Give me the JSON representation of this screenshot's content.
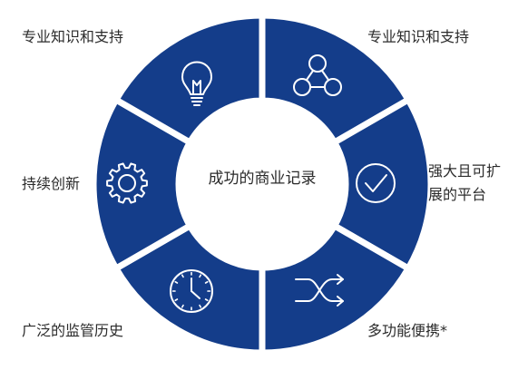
{
  "center_title": "成功的商业记录",
  "colors": {
    "segment": "#143d8a",
    "icon": "#ffffff",
    "gap": "#ffffff",
    "text": "#2b2b2b"
  },
  "segments": [
    {
      "label_lines": [
        "专业知识和支持"
      ],
      "icon": "network-nodes-icon"
    },
    {
      "label_lines": [
        "强大且可扩",
        "展的平台"
      ],
      "icon": "checkmark-circle-icon"
    },
    {
      "label_lines": [
        "多功能便携*"
      ],
      "icon": "shuffle-arrows-icon"
    },
    {
      "label_lines": [
        "广泛的监管历史"
      ],
      "icon": "clock-icon"
    },
    {
      "label_lines": [
        "持续创新"
      ],
      "icon": "gear-icon"
    },
    {
      "label_lines": [
        "专业知识和支持"
      ],
      "icon": "lightbulb-icon"
    }
  ]
}
